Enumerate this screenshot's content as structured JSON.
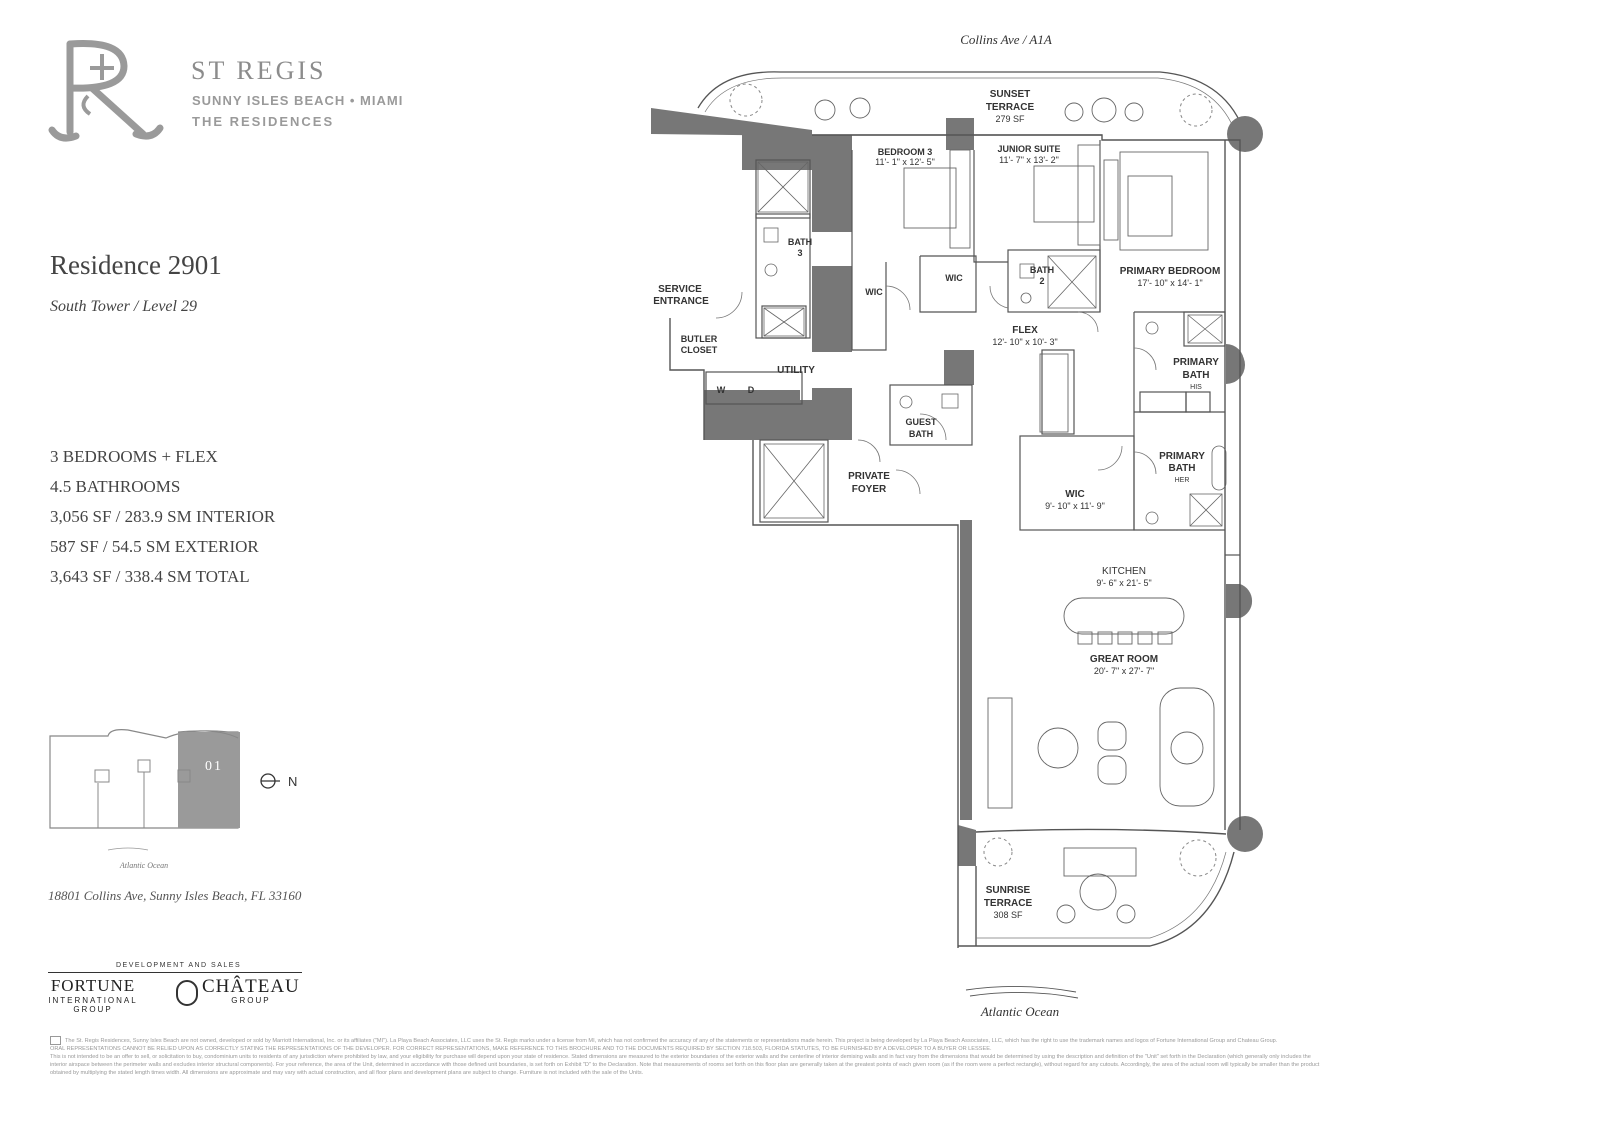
{
  "brand": {
    "name": "ST REGIS",
    "location": "SUNNY ISLES BEACH • MIAMI",
    "tagline": "THE RESIDENCES"
  },
  "residence": {
    "title": "Residence 2901",
    "subtitle": "South Tower / Level 29"
  },
  "specs": [
    "3 BEDROOMS + FLEX",
    "4.5 BATHROOMS",
    "3,056 SF / 283.9 SM INTERIOR",
    "587 SF / 54.5 SM EXTERIOR",
    "3,643 SF / 338.4 SM TOTAL"
  ],
  "keyplan": {
    "unit": "01",
    "north_label": "N",
    "ocean_label": "Atlantic Ocean"
  },
  "address": "18801 Collins Ave, Sunny Isles Beach, FL 33160",
  "developer": {
    "label": "DEVELOPMENT AND SALES",
    "fortune_name": "FORTUNE",
    "fortune_line2": "INTERNATIONAL",
    "fortune_line3": "GROUP",
    "chateau_name": "CHÂTEAU",
    "chateau_line2": "GROUP"
  },
  "plan": {
    "street_top": "Collins Ave / A1A",
    "ocean_bottom": "Atlantic Ocean",
    "rooms": {
      "sunset_terrace": {
        "l1": "SUNSET",
        "l2": "TERRACE",
        "dim": "279 SF"
      },
      "bedroom3": {
        "name": "BEDROOM 3",
        "dim": "11'- 1\" x 12'- 5\""
      },
      "junior_suite": {
        "name": "JUNIOR SUITE",
        "dim": "11'- 7\" x 13'- 2\""
      },
      "primary_bedroom": {
        "name": "PRIMARY BEDROOM",
        "dim": "17'- 10\" x 14'- 1\""
      },
      "bath3": {
        "l1": "BATH",
        "l2": "3"
      },
      "bath2": {
        "l1": "BATH",
        "l2": "2"
      },
      "wic_a": "WIC",
      "wic_b": "WIC",
      "service_entrance": {
        "l1": "SERVICE",
        "l2": "ENTRANCE"
      },
      "butler_closet": {
        "l1": "BUTLER",
        "l2": "CLOSET"
      },
      "utility": "UTILITY",
      "washer": "W",
      "dryer": "D",
      "flex": {
        "name": "FLEX",
        "dim": "12'- 10\" x 10'- 3\""
      },
      "primary_bath_his": {
        "l1": "PRIMARY",
        "l2": "BATH",
        "l3": "HIS"
      },
      "primary_bath_her": {
        "l1": "PRIMARY",
        "l2": "BATH",
        "l3": "HER"
      },
      "guest_bath": {
        "l1": "GUEST",
        "l2": "BATH"
      },
      "private_foyer": {
        "l1": "PRIVATE",
        "l2": "FOYER"
      },
      "wic_main": {
        "name": "WIC",
        "dim": "9'- 10\" x 11'- 9\""
      },
      "kitchen": {
        "name": "KITCHEN",
        "dim": "9'- 6\" x 21'- 5\""
      },
      "great_room": {
        "name": "GREAT ROOM",
        "dim": "20'- 7\" x 27'- 7\""
      },
      "sunrise_terrace": {
        "l1": "SUNRISE",
        "l2": "TERRACE",
        "dim": "308 SF"
      }
    }
  },
  "disclaimer": [
    "The St. Regis Residences, Sunny Isles Beach are not owned, developed or sold by Marriott International, Inc. or its affiliates (\"MI\"). La Playa Beach Associates, LLC uses the St. Regis marks under a license from MI, which has not confirmed the accuracy of any of the statements or representations made herein. This project is being developed by La Playa Beach Associates, LLC, which has the right to use the trademark names and logos of Fortune International Group and Chateau Group.",
    "ORAL REPRESENTATIONS CANNOT BE RELIED UPON AS CORRECTLY STATING THE REPRESENTATIONS OF THE DEVELOPER. FOR CORRECT REPRESENTATIONS, MAKE REFERENCE TO THIS BROCHURE AND TO THE DOCUMENTS REQUIRED BY SECTION 718.503, FLORIDA STATUTES, TO BE FURNISHED BY A DEVELOPER TO A BUYER OR LESSEE.",
    "This is not intended to be an offer to sell, or solicitation to buy, condominium units to residents of any jurisdiction where prohibited by law, and your eligibility for purchase will depend upon your state of residence. Stated dimensions are measured to the exterior boundaries of the exterior walls and the centerline of interior demising walls and in fact vary from the dimensions that would be determined by using the description and definition of the \"Unit\" set forth in the Declaration (which generally only includes the",
    "interior airspace between the perimeter walls and excludes interior structural components). For your reference, the area of the Unit, determined in accordance with those defined unit boundaries, is set forth on Exhibit \"D\" to the Declaration. Note that measurements of rooms set forth on this floor plan are generally taken at the greatest points of each given room (as if the room were a perfect rectangle), without regard for any cutouts. Accordingly, the area of the actual room will typically be smaller than the product",
    "obtained by multiplying the stated length times width. All dimensions are approximate and may vary with actual construction, and all floor plans and development plans are subject to change. Furniture is not included with the sale of the Units."
  ]
}
